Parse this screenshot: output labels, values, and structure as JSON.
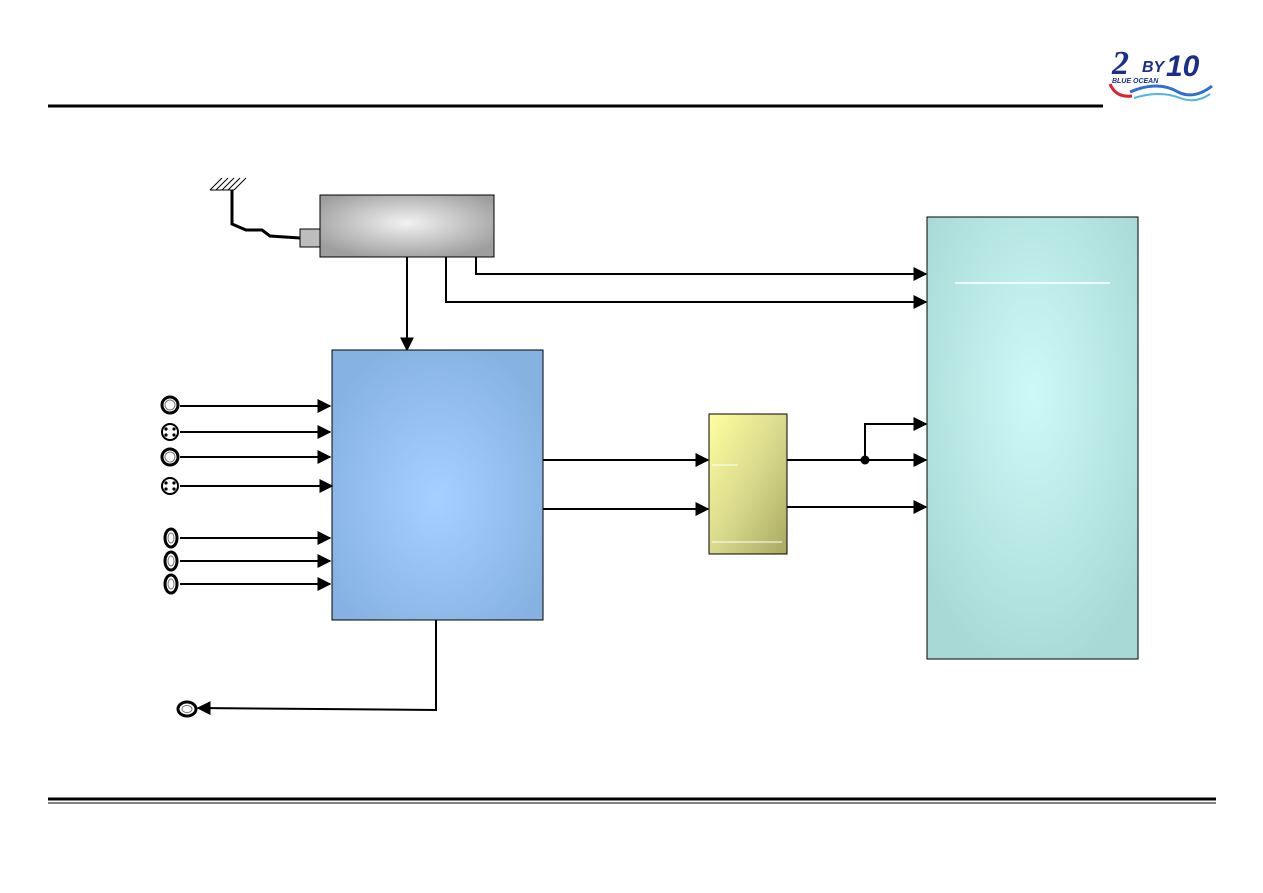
{
  "logo": {
    "name": "2BY10 BLUE OCEAN",
    "lettering": [
      "2",
      "BY",
      "10",
      "BLUE OCEAN"
    ],
    "colors": {
      "navy": "#1a2f8a",
      "blue": "#2f6fd0",
      "red": "#d8262e",
      "aqua": "#4fb6e0"
    }
  },
  "diagram": {
    "colors": {
      "tuner": "#a9a9a9",
      "decoder": "#8fbbe8",
      "processor": "#d8d87a",
      "main_chip": "#b6e3e3",
      "line": "#000000"
    },
    "blocks": [
      "tuner-block",
      "video-decoder-block",
      "processor-block",
      "main-chip-block"
    ],
    "connectors": {
      "inputs": [
        "rca",
        "s-video",
        "rca",
        "s-video",
        "rca",
        "rca",
        "rca"
      ],
      "output": "rca"
    }
  }
}
